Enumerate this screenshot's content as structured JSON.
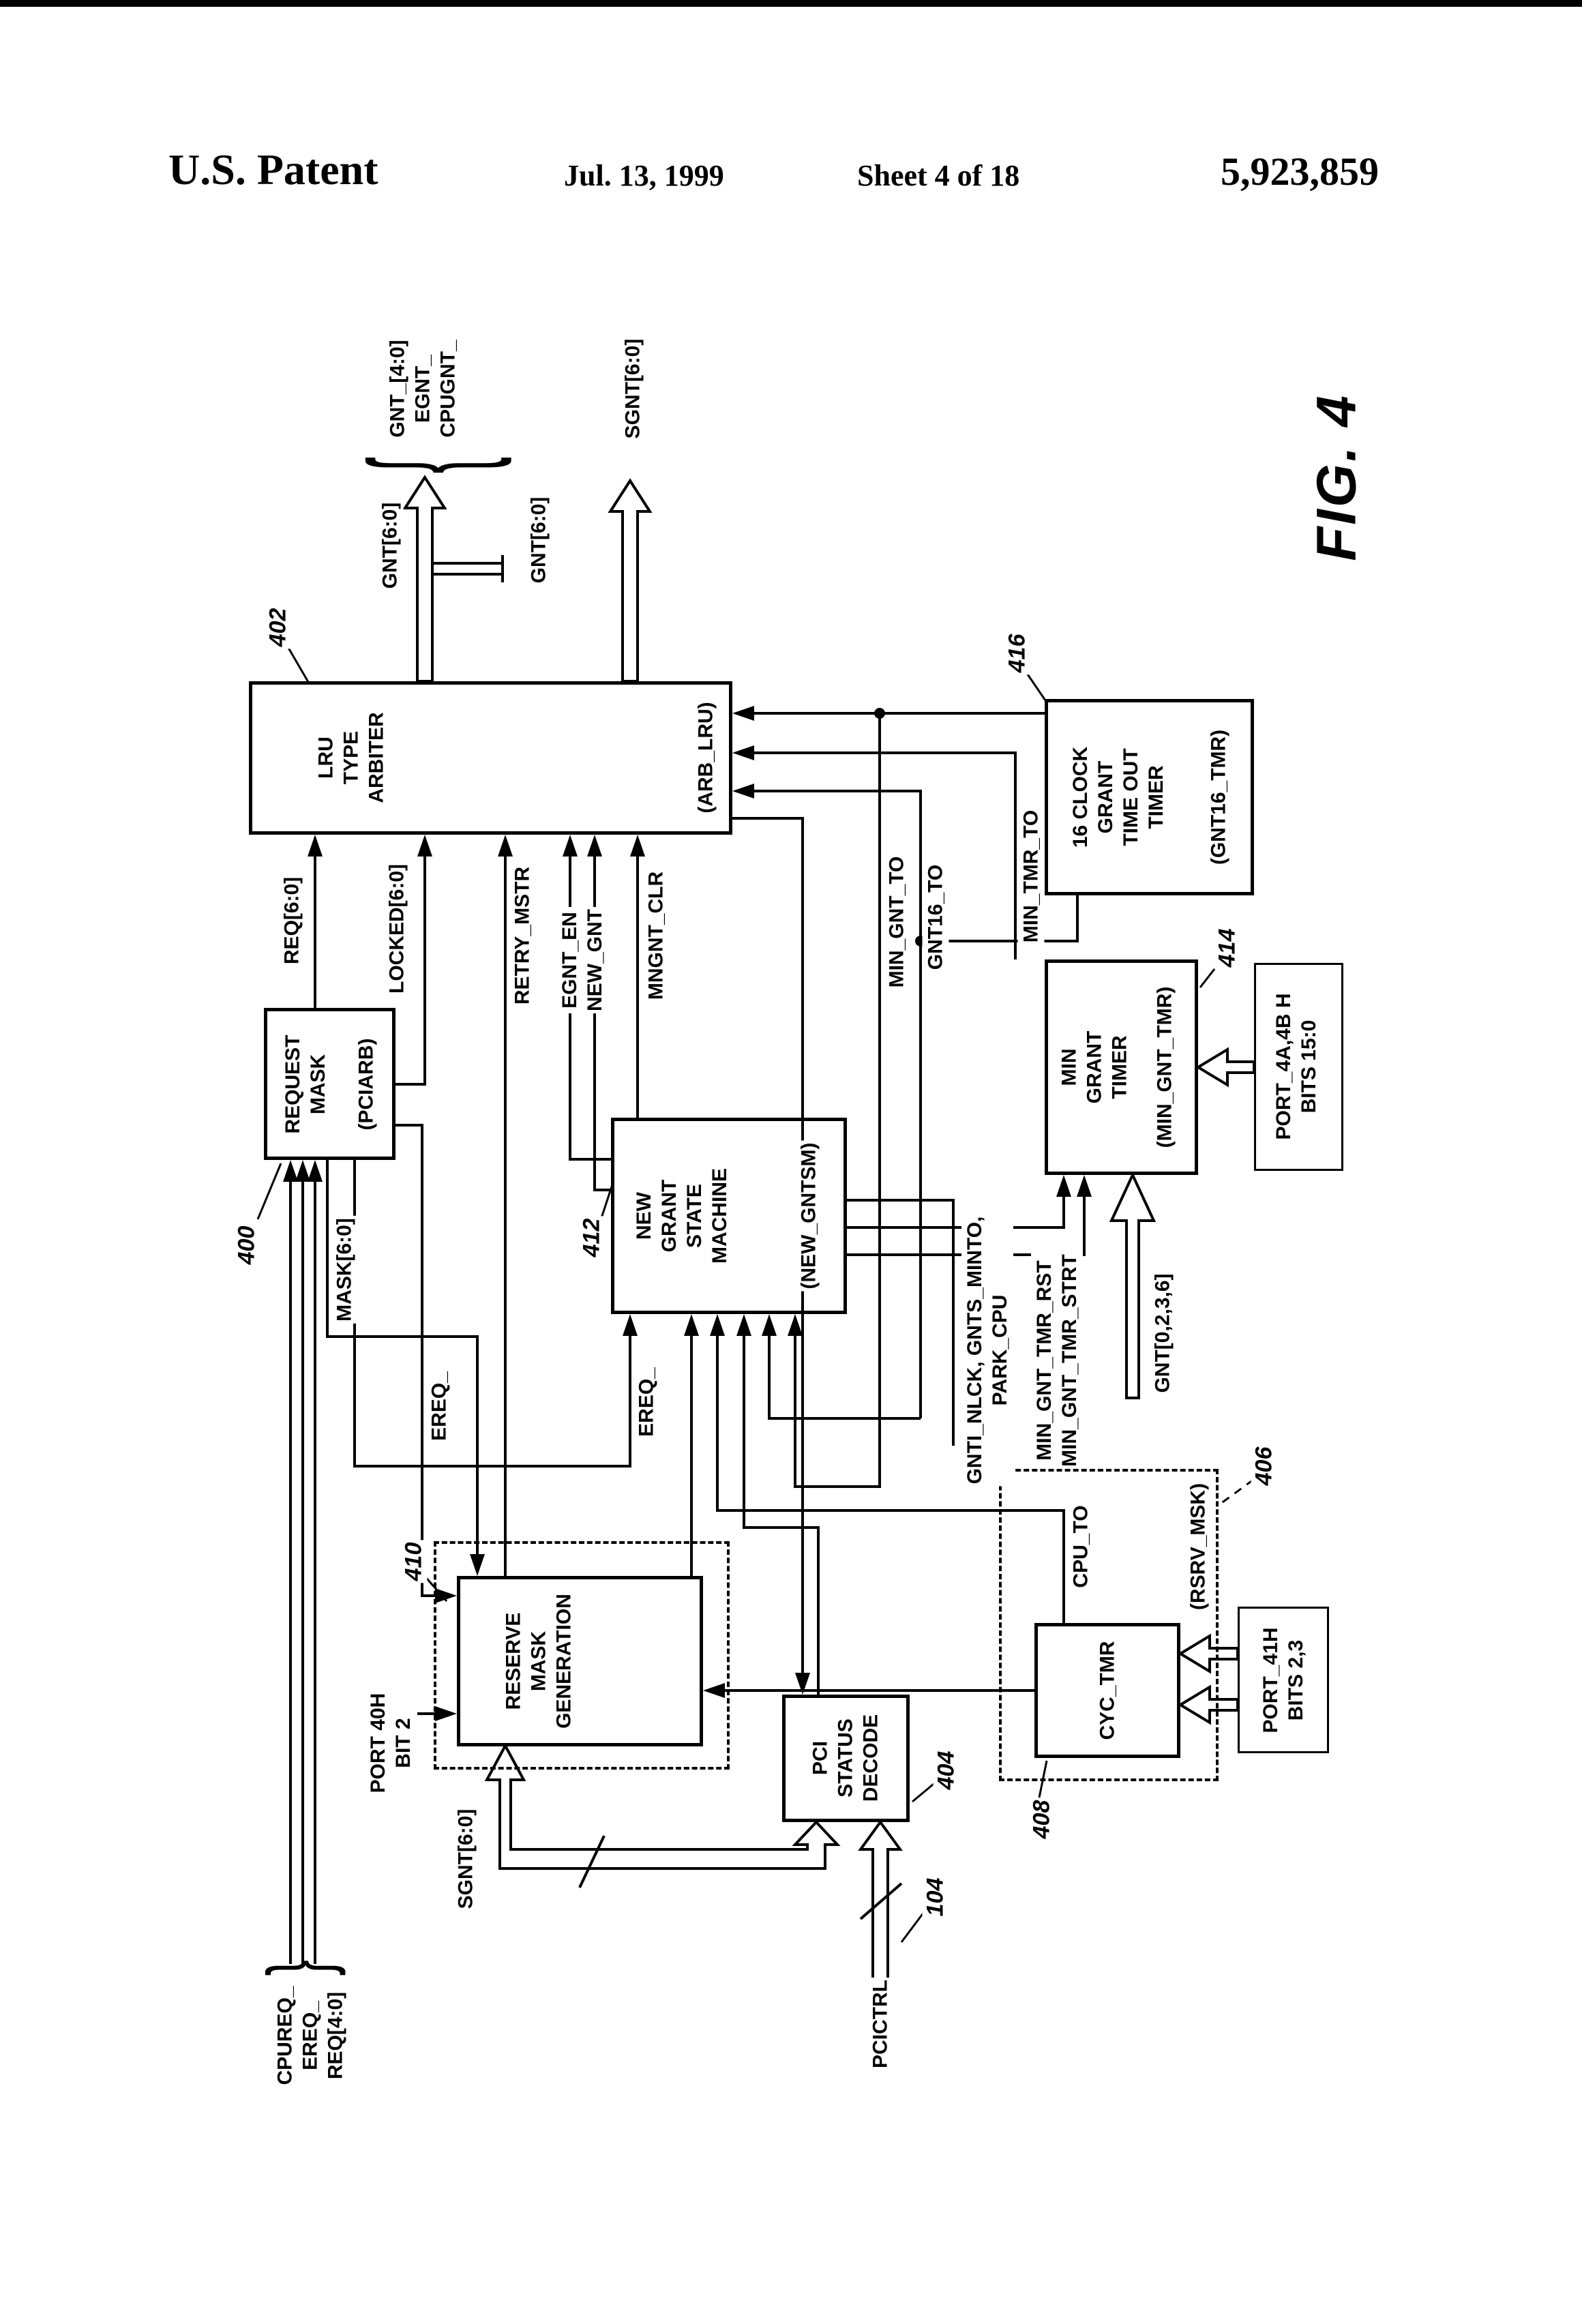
{
  "header": {
    "title": "U.S. Patent",
    "date": "Jul. 13, 1999",
    "sheet": "Sheet 4 of 18",
    "patent_number": "5,923,859"
  },
  "figure_label": "FIG. 4",
  "blocks": {
    "arbiter": {
      "title": "LRU\nTYPE\nARBITER",
      "tag": "(ARB_LRU)",
      "ref": "402"
    },
    "request_mask": {
      "title": "REQUEST\nMASK",
      "tag": "(PCIARB)",
      "ref": "400"
    },
    "new_grant_sm": {
      "title": "NEW\nGRANT\nSTATE\nMACHINE",
      "tag": "(NEW_GNTSM)",
      "ref": "412"
    },
    "min_grant_timer": {
      "title": "MIN\nGRANT\nTIMER",
      "tag": "(MIN_GNT_TMR)",
      "ref": "414"
    },
    "gnt16_timer": {
      "title": "16 CLOCK\nGRANT\nTIME OUT\nTIMER",
      "tag": "(GNT16_TMR)",
      "ref": "416"
    },
    "port_4a4b": {
      "title": "PORT_4A,4B H\nBITS 15:0"
    },
    "reserve_mask": {
      "title": "RESERVE\nMASK\nGENERATION",
      "ref": "410"
    },
    "pci_status": {
      "title": "PCI\nSTATUS\nDECODE",
      "ref": "404"
    },
    "cyc_tmr": {
      "title": "CYC_TMR",
      "ref": "408"
    },
    "port_41h": {
      "title": "PORT_41H\nBITS 2,3"
    },
    "rsrv_dashed": {
      "tag": "(RSRV_MSK)",
      "ref": "406"
    }
  },
  "signals": {
    "gnt_out_group": "GNT_[4:0]\nEGNT_\nCPUGNT_",
    "gnt6_left": "GNT[6:0]",
    "gnt6_tap": "GNT[6:0]",
    "sgnt_top": "SGNT[6:0]",
    "req": "REQ[6:0]",
    "locked": "LOCKED[6:0]",
    "retry_mstr": "RETRY_MSTR",
    "egnt_en_new_gnt": "EGNT_EN\nNEW_GNT",
    "mngnt_clr": "MNGNT_CLR",
    "min_gnt_to": "MIN_GNT_TO",
    "gnt16_to": "GNT16_TO",
    "min_tmr_to": "MIN_TMR_TO",
    "mask": "MASK[6:0]",
    "ereq_left": "EREQ_",
    "ereq_right": "EREQ_",
    "gnti_group": "GNTI_NLCK, GNTS_MINTO,\nPARK_CPU",
    "min_gnt_tmr_rst_strt": "MIN_GNT_TMR_RST\nMIN_GNT_TMR_STRT",
    "gnt0236": "GNT[0,2,3,6]",
    "cpu_to": "CPU_TO",
    "port40h": "PORT 40H\nBIT 2",
    "sgnt_bottom": "SGNT[6:0]",
    "pcictrl": "PCICTRL",
    "pcictrl_ref": "104",
    "cpu_req_group": "CPUREQ_\nEREQ_\nREQ[4:0]"
  },
  "braces": {
    "open": "{"
  }
}
